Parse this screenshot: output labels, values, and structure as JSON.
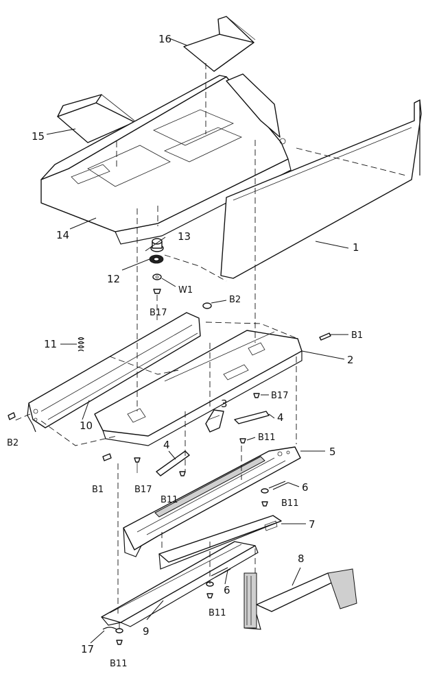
{
  "part_labels": {
    "p1": "1",
    "p2": "2",
    "p3": "3",
    "p4a": "4",
    "p4b": "4",
    "p5": "5",
    "p6a": "6",
    "p6b": "6",
    "p7": "7",
    "p8": "8",
    "p9": "9",
    "p10": "10",
    "p11": "11",
    "p12": "12",
    "p13": "13",
    "p14": "14",
    "p15": "15",
    "p16": "16",
    "p17": "17",
    "w1": "W1",
    "b2a": "B2",
    "b2b": "B2",
    "b1a": "B1",
    "b1b": "B1",
    "b17a": "B17",
    "b17b": "B17",
    "b17c": "B17",
    "b11a": "B11",
    "b11b": "B11",
    "b11c": "B11",
    "b11d": "B11",
    "b11e": "B11"
  }
}
